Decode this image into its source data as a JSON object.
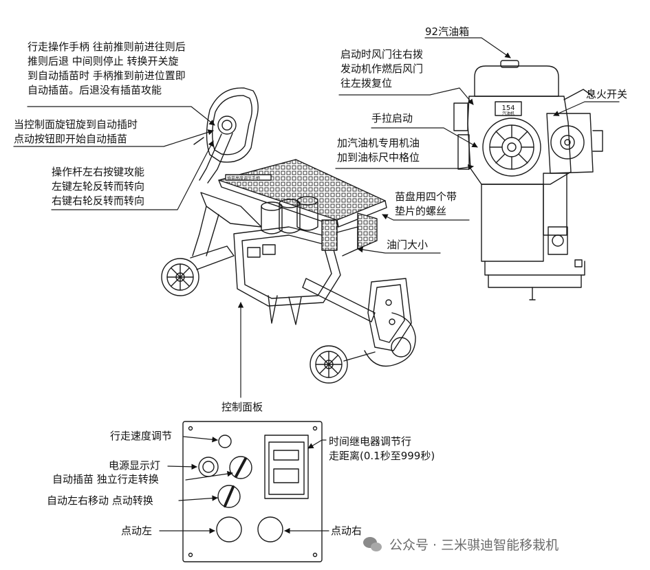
{
  "labels": {
    "walk_handle": [
      "行走操作手柄 往前推则前进往则后",
      "推则后退 中间则停止 转换开关旋",
      "到自动插苗时 手柄推到前进位置即",
      "自动插苗。后退没有插苗攻能"
    ],
    "control_knob": [
      "当控制面旋钮旋到自动插时",
      "点动按钮即开始自动插苗"
    ],
    "lever_buttons": [
      "操作杆左右按键攻能",
      "左键左轮反转而转向",
      "右键右轮反转而转向"
    ],
    "fuel_tank": "92汽油箱",
    "choke": [
      "启动时风门往右拨",
      "发动机作燃后风门",
      "往左拨复位"
    ],
    "kill_switch": "息火开关",
    "pull_start": "手拉启动",
    "engine_oil": [
      "加汽油机专用机油",
      "加到油标尺中格位"
    ],
    "tray_bolts": [
      "苗盘用四个带",
      "垫片的螺丝"
    ],
    "throttle": "油门大小",
    "control_panel": "控制面板",
    "speed_adjust": "行走速度调节",
    "power_light": "电源显示灯",
    "auto_independent": "自动插苗 独立行走转换",
    "auto_jog": "自动左右移动 点动转换",
    "jog_left": "点动左",
    "jog_right": "点动右",
    "relay": [
      "时间继电器调节行",
      "走距离(0.1秒至999秒)"
    ],
    "tray_sticker": "插苗高度调节手柄",
    "engine_plate": [
      "154",
      "汽油机"
    ]
  },
  "watermark": "公众号 · 三米骐迪智能移栽机",
  "colors": {
    "line": "#1a1a1a",
    "watermark": "#6b6b6b"
  }
}
